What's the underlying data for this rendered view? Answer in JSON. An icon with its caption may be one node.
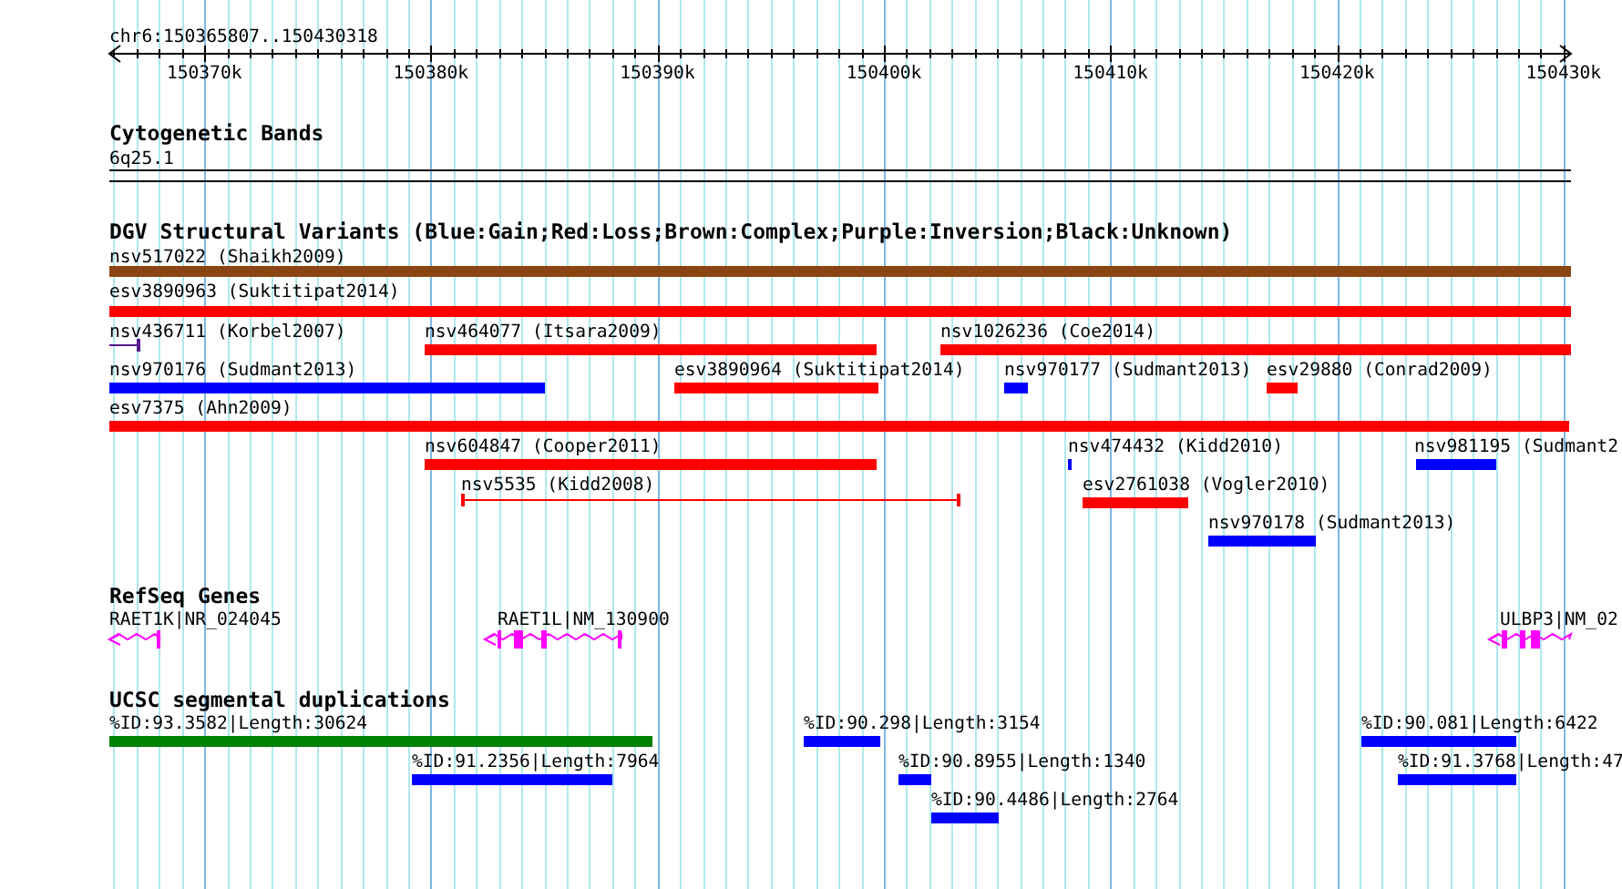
{
  "diagram": {
    "labels": [
      "chr6:150365807..150430318",
      "150370k",
      "150380k",
      "150390k",
      "150400k",
      "150410k",
      "150420k",
      "150430k",
      "Cytogenetic Bands",
      "6q25.1",
      "DGV Structural Variants (Blue:Gain;Red:Loss;Brown:Complex;Purple:Inversion;Black:Unknown)",
      "nsv517022 (Shaikh2009)",
      "esv3890963 (Suktitipat2014)",
      "nsv436711 (Korbel2007)",
      "nsv464077 (Itsara2009)",
      "nsv1026236 (Coe2014)",
      "nsv970176 (Sudmant2013)",
      "esv3890964 (Suktitipat2014)",
      "nsv970177 (Sudmant2013)",
      "esv29880 (Conrad2009)",
      "esv7375 (Ahn2009)",
      "nsv604847 (Cooper2011)",
      "nsv474432 (Kidd2010)",
      "nsv981195 (Sudmant2",
      "nsv5535 (Kidd2008)",
      "esv2761038 (Vogler2010)",
      "nsv970178 (Sudmant2013)",
      "RefSeq Genes",
      "RAET1K|NR_024045",
      "RAET1L|NM_130900",
      "ULBP3|NM_02",
      "UCSC segmental duplications",
      "%ID:93.3582|Length:30624",
      "%ID:90.298|Length:3154",
      "%ID:90.081|Length:6422",
      "%ID:91.2356|Length:7964",
      "%ID:90.8955|Length:1340",
      "%ID:91.3768|Length:47",
      "%ID:90.4486|Length:2764"
    ]
  }
}
